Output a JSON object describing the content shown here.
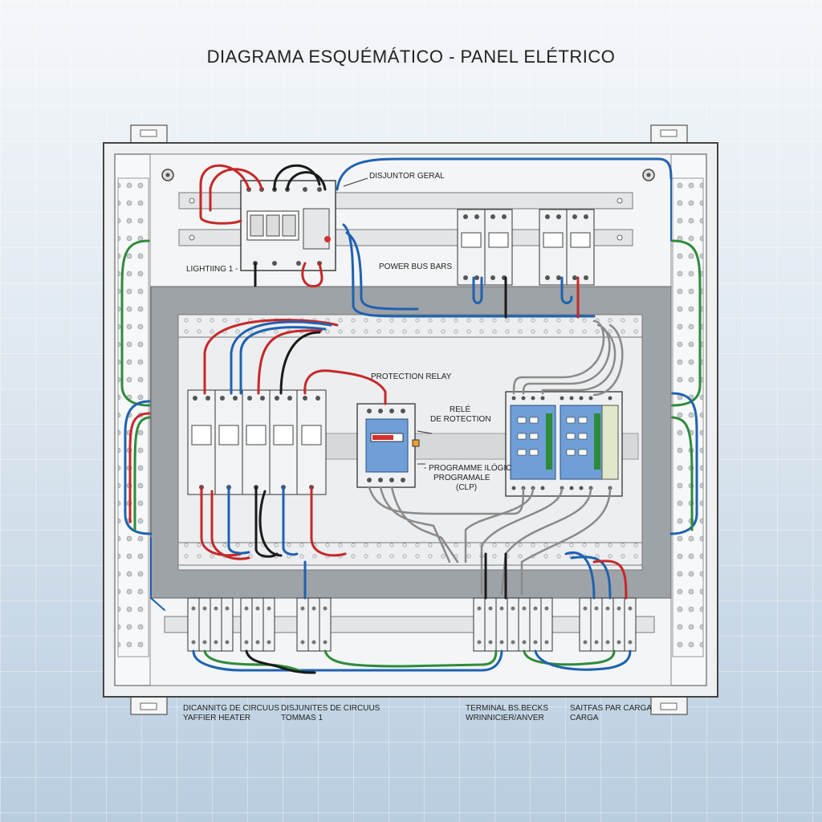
{
  "title": "DIAGRAMA ESQUÉMÁTICO - PANEL ELÉTRICO",
  "labels": {
    "main_breaker": "DISJUNTOR GERAL",
    "lighting": "LIGHTIING 1 -",
    "power_bus": "POWER BUS BARS",
    "protection_relay": "PROTECTION RELAY",
    "rele_line1": "RELÉ",
    "rele_line2": "DE ROTECTION",
    "plc_line1": "- PROGRAMME ILÓGIC",
    "plc_line2": "PROGRAMALE",
    "plc_line3": "(CLP)",
    "bottom1_line1": "DICANNITG DE CIRCUUS",
    "bottom1_line2": "YAFFIER HEATER",
    "bottom2_line1": "DISJUNITES DE CIRCUUS",
    "bottom2_line2": "TOMMAS 1",
    "bottom3_line1": "TERMINAL BS.BECKS",
    "bottom3_line2": "WRINNICIER/ANVER",
    "bottom4_line1": "SAITFAS PAR CARGA",
    "bottom4_line2": "CARGA"
  },
  "colors": {
    "red": "#c62828",
    "blue": "#1e62b0",
    "green": "#2e8b3a",
    "black": "#1a1a1a",
    "grey": "#7a7a7a",
    "module_blue": "#6f9fd6"
  }
}
